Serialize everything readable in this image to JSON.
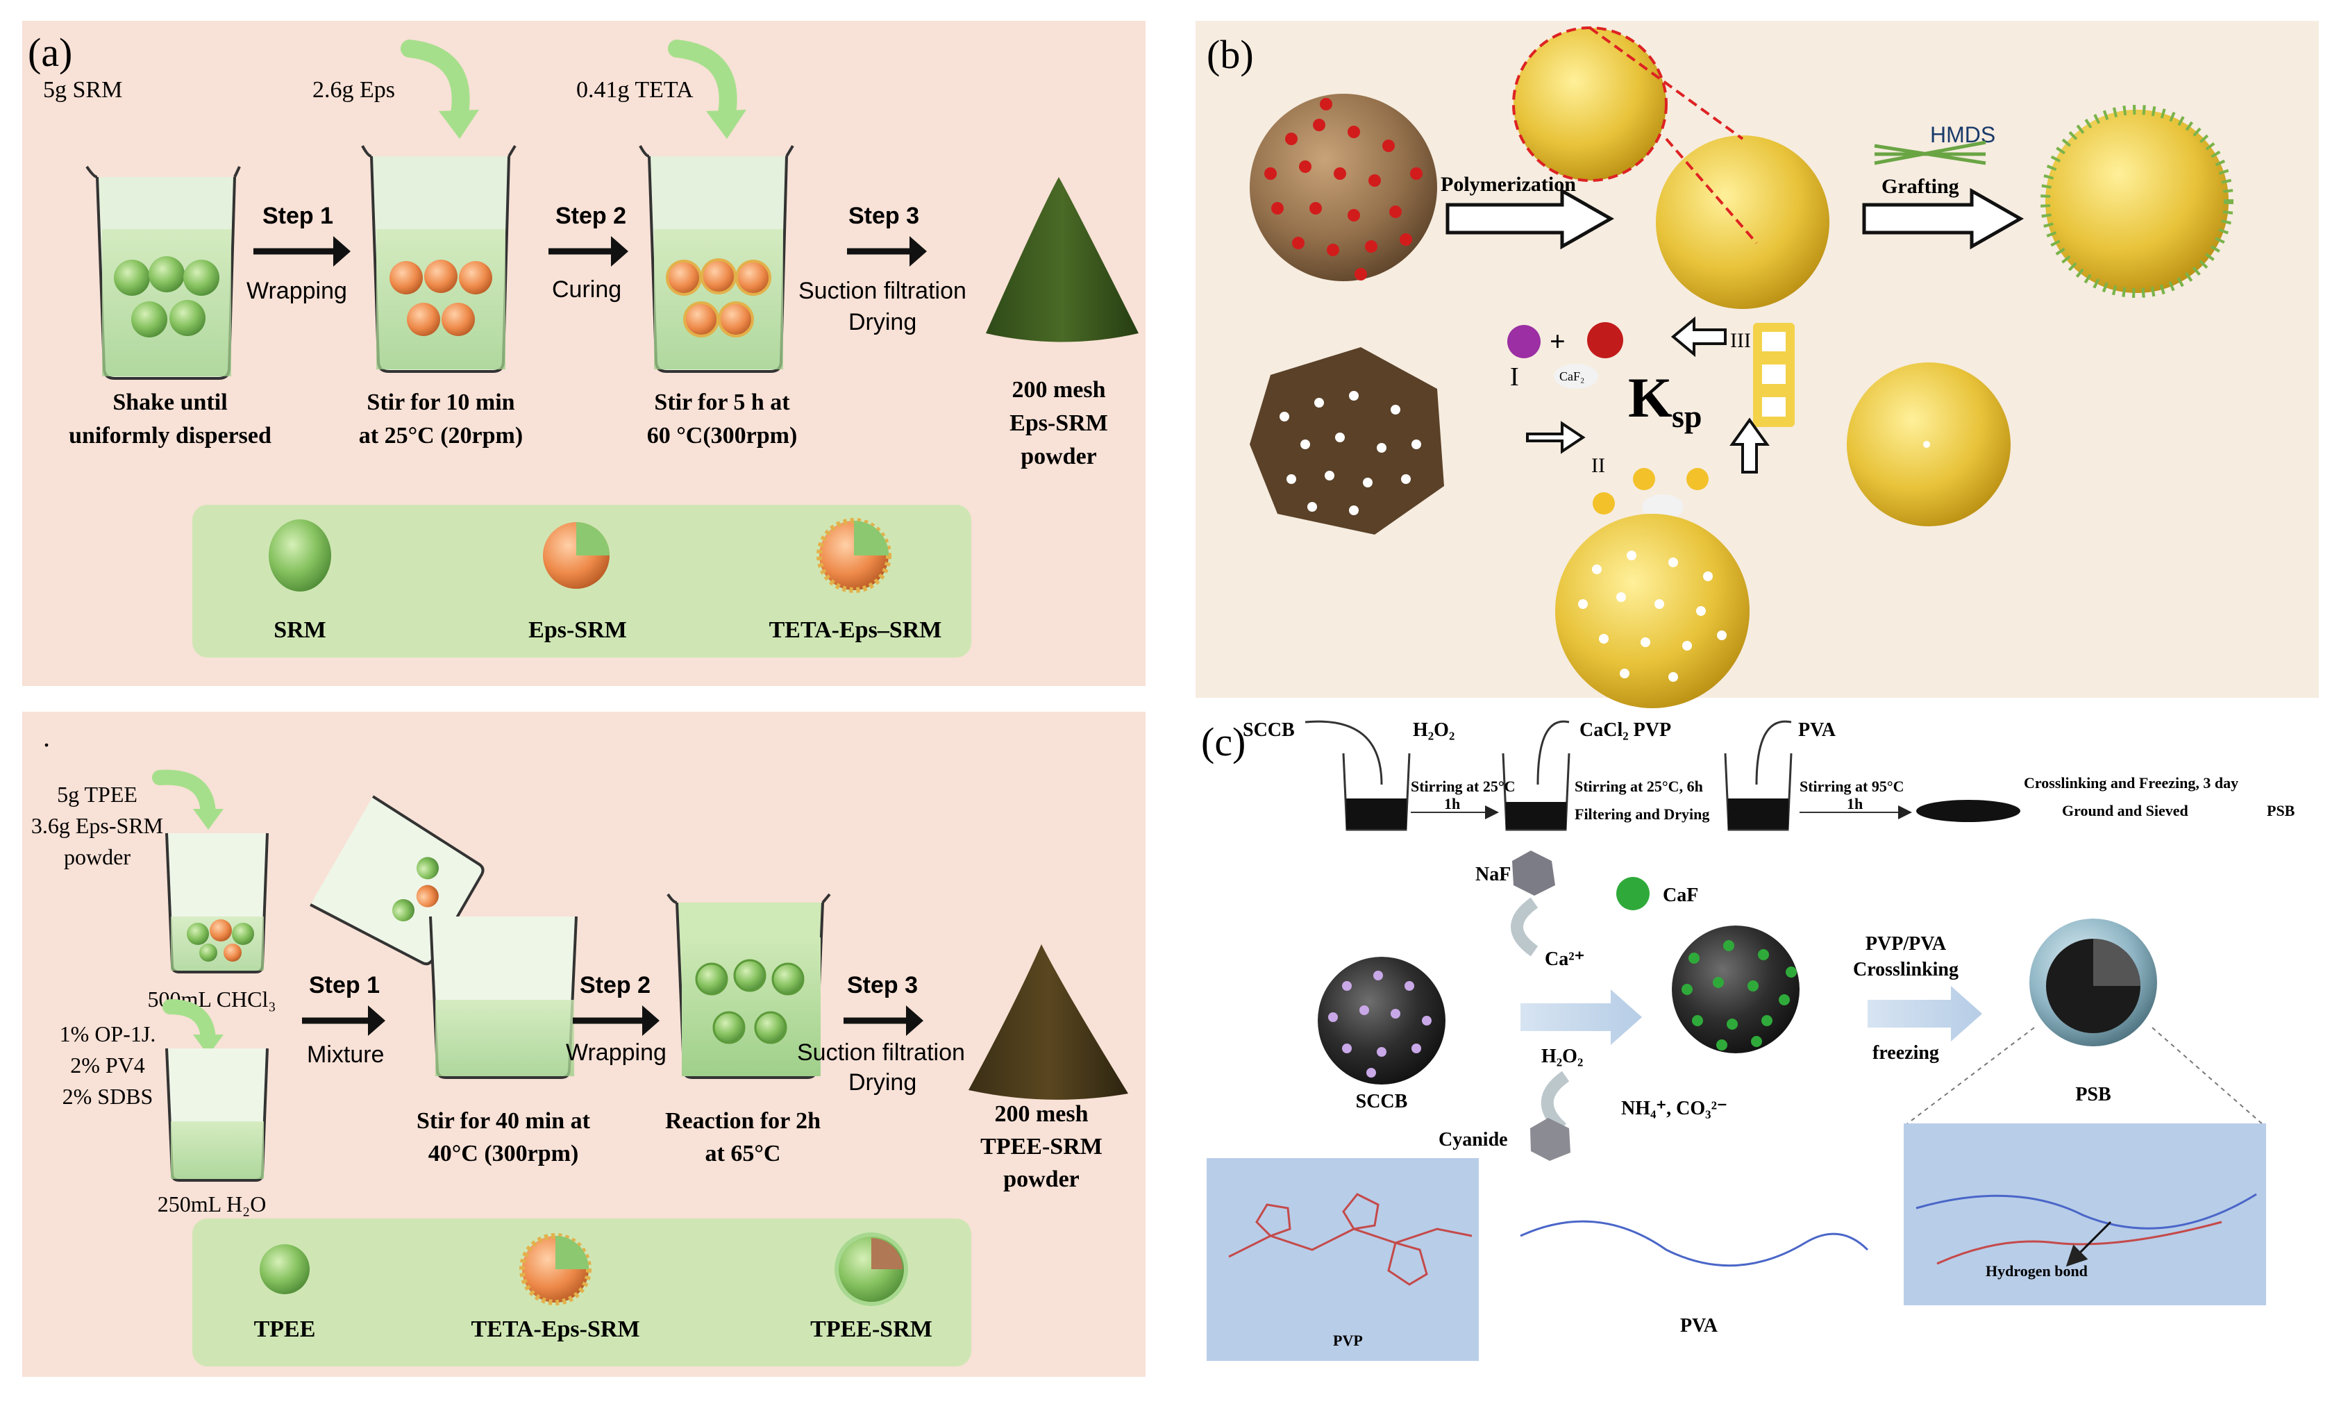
{
  "colors": {
    "panel_a_bg": "#f8e1d6",
    "panel_b_bg": "#f6ece0",
    "panel_c_bg": "#ffffff",
    "legend_bg": "#cfe6b4",
    "green_particle": "#7fbf63",
    "orange_shell": "#e9894f",
    "yellow_sphere": "#e8c53a",
    "dark_core": "#2b2b2b"
  },
  "panel_a": {
    "label": "(a)",
    "reagents": {
      "srm": "5g SRM",
      "eps": "2.6g Eps",
      "teta": "0.41g TETA"
    },
    "steps": [
      {
        "name": "Step 1",
        "action": "Wrapping"
      },
      {
        "name": "Step 2",
        "action": "Curing"
      },
      {
        "name": "Step 3",
        "action1": "Suction filtration",
        "action2": "Drying"
      }
    ],
    "captions": [
      {
        "l1": "Shake until",
        "l2": "uniformly dispersed"
      },
      {
        "l1": "Stir for 10 min",
        "l2": "at 25°C (20rpm)"
      },
      {
        "l1": "Stir for 5 h at",
        "l2": "60 °C(300rpm)"
      }
    ],
    "product": {
      "l1": "200 mesh",
      "l2": "Eps-SRM",
      "l3": "powder"
    },
    "legend": [
      "SRM",
      "Eps-SRM",
      "TETA-Eps–SRM"
    ]
  },
  "panel_d": {
    "label": ".",
    "reagents": {
      "top": [
        "5g TPEE",
        "3.6g Eps-SRM",
        "powder"
      ],
      "solvent": "500mL CHCl₃",
      "additives": [
        "1% OP-1J.",
        "2% PV4",
        "2% SDBS"
      ],
      "water": "250mL H₂O"
    },
    "steps": [
      {
        "name": "Step 1",
        "action": "Mixture"
      },
      {
        "name": "Step 2",
        "action": "Wrapping"
      },
      {
        "name": "Step 3",
        "action1": "Suction filtration",
        "action2": "Drying"
      }
    ],
    "captions": [
      {
        "l1": "Stir for 40 min at",
        "l2": "40°C (300rpm)"
      },
      {
        "l1": "Reaction for 2h",
        "l2": "at 65°C"
      }
    ],
    "product": {
      "l1": "200 mesh",
      "l2": "TPEE-SRM",
      "l3": "powder"
    },
    "legend": [
      "TPEE",
      "TETA-Eps-SRM",
      "TPEE-SRM"
    ]
  },
  "panel_b": {
    "label": "(b)",
    "polymerization": "Polymerization",
    "hmds": "HMDS",
    "grafting": "Grafting",
    "ksp": "K",
    "ksp_sub": "sp",
    "caf": "CaF₂",
    "roman": [
      "I",
      "II",
      "III"
    ]
  },
  "panel_c": {
    "label": "(c)",
    "top": {
      "sccb": "SCCB",
      "h2o2": "H₂O₂",
      "cacl2_pvp": "CaCl₂  PVP",
      "pva": "PVA",
      "stir1": "Stirring at 25°C",
      "t1": "1h",
      "stir2": "Stirring at 25°C, 6h",
      "filter": "Filtering and Drying",
      "stir3": "Stirring at 95°C",
      "t2": "1h",
      "crosslink": "Crosslinking and Freezing,  3 day",
      "ground": "Ground and Sieved",
      "psb": "PSB"
    },
    "naf": "NaF",
    "caf": "CaF",
    "ca": "Ca²⁺",
    "h2o2": "H₂O₂",
    "nh4": "NH₄⁺,  CO₃²⁻",
    "cyanide": "Cyanide",
    "sccb_label": "SCCB",
    "pvp_pva": "PVP/PVA",
    "crosslinking": "Crosslinking",
    "freezing": "freezing",
    "psb_label": "PSB",
    "pvp_label": "PVP",
    "pva_label": "PVA",
    "hbond": "Hydrogen bond"
  }
}
